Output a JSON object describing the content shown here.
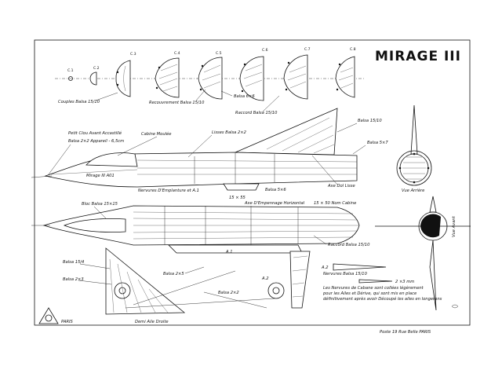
{
  "title": "MIRAGE III",
  "sections": [
    "C.1",
    "C.2",
    "C.3",
    "C.4",
    "C.5",
    "C.6",
    "C.7",
    "C.8"
  ],
  "labels": {
    "couples": "Couples Balsa 15/10",
    "recouvrement": "Recouvrement Balsa 15/10",
    "balsa6x6": "Balsa 6×6",
    "raccord_top": "Raccord Balsa 15/10",
    "balsa_fin": "Balsa 15/10",
    "balsa5x7": "Balsa 5×7",
    "petit_clou": "Petit Clou Avant Accastillé",
    "balsa2x2": "Balsa 2×2 Appareil - 6,5cm",
    "cabine": "Cabine Moulée",
    "lisses": "Lisses Balsa 2×2",
    "fuselage_name": "Mirage III A01",
    "nervures": "Nervures D'Emplanture et A.1",
    "balsa5x6": "Balsa 5×6",
    "axe_lisse": "Axe Dol Lisse",
    "bloc": "Bloc Balsa 15×15",
    "cote_55": "15 × 55",
    "axe_horiz": "Axe D'Empennage Horizontal",
    "cote_50": "15 × 50 Nom Cabine",
    "vue_arriere": "Vue Arrière",
    "vue_avant": "Vue Avant",
    "raccord_bottom": "Raccord Balsa 15/10",
    "balsa15x4_l": "Balsa 15/4",
    "balsa2x3": "Balsa 2×3",
    "a1": "A.1",
    "a2": "A.2",
    "balsa2x5": "Balsa 2×5",
    "balsa2x2_b": "Balsa 2×2",
    "a2_legend": "A.2",
    "nervures_legend": "Nervures Balsa 15/10",
    "cote_2mm": "2 ×3 mm",
    "note1": "Les Nervures de Cabane sont collées légèrement",
    "note2": "pour les Ailes et Dérive, qui sont mis en place",
    "note3": "définitivement après avoir Découpé les ailes en longerons",
    "demi_aile": "Demi Aile Droite",
    "paris": "PARIS",
    "credit": "Poste 19 Rue Belle  PARIS"
  }
}
